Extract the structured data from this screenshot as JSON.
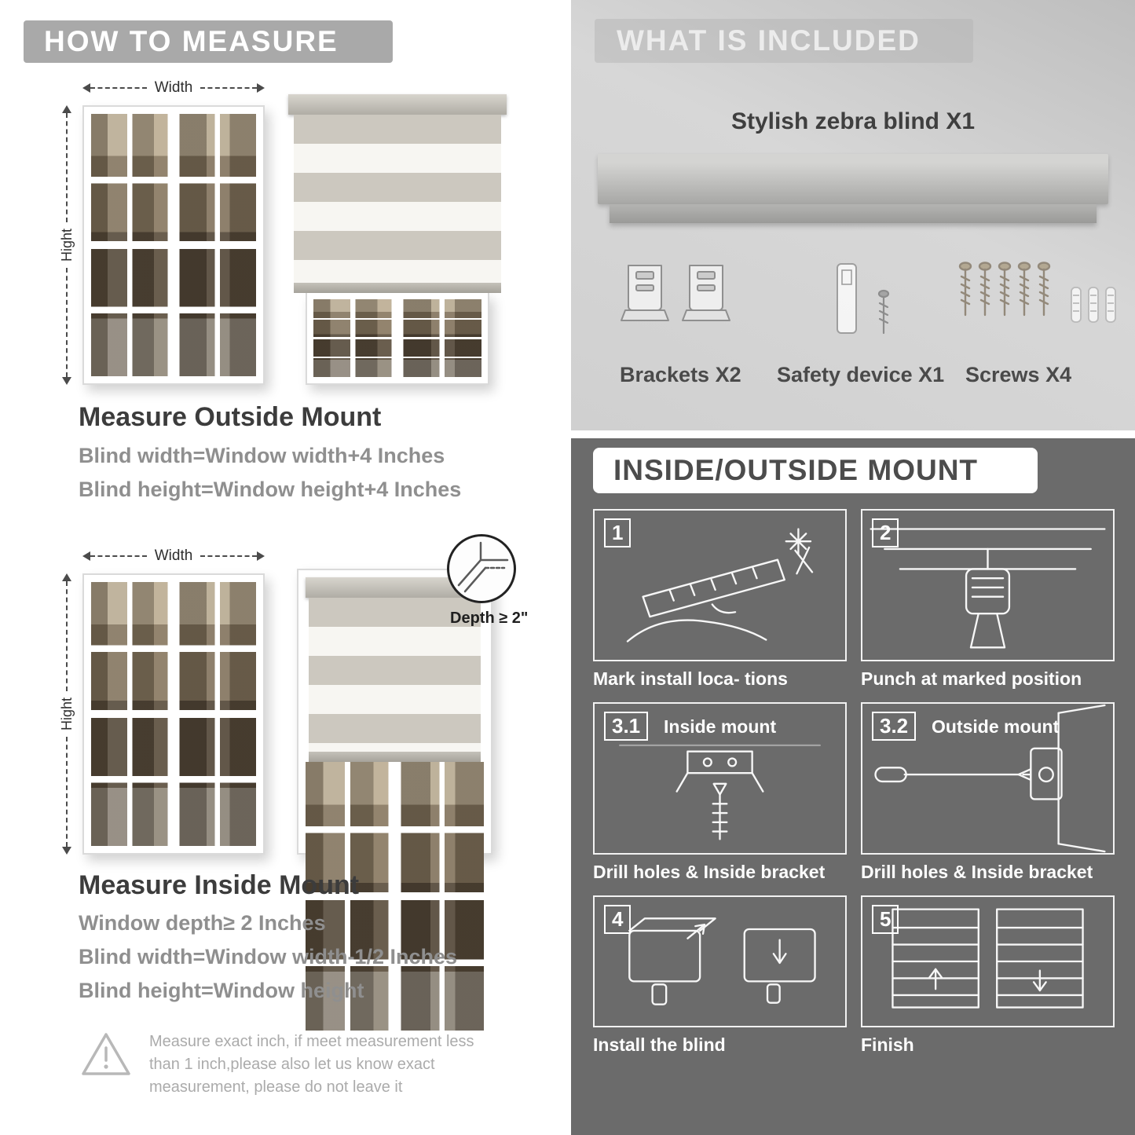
{
  "colors": {
    "left_banner_gray": "#a9a9a9",
    "included_background": "#d3d3d3",
    "mount_background": "#6b6b6b",
    "heading_dark": "#3c3c3c",
    "body_gray": "#8f8f8f"
  },
  "left": {
    "header": "HOW TO MEASURE",
    "outside": {
      "width_label": "Width",
      "height_label": "Hight",
      "title": "Measure Outside Mount",
      "line1": "Blind width=Window width+4 Inches",
      "line2": "Blind height=Window height+4 Inches"
    },
    "inside": {
      "width_label": "Width",
      "height_label": "Hight",
      "depth_label": "Depth ≥ 2\"",
      "title": "Measure Inside Mount",
      "line1": "Window depth≥ 2 Inches",
      "line2": "Blind width=Window width-1/2 Inches",
      "line3": "Blind height=Window height"
    },
    "warning": "Measure exact inch, if meet measurement less than 1 inch,please also let us know exact measurement, please do not leave it"
  },
  "included": {
    "header": "WHAT IS INCLUDED",
    "blind_label": "Stylish zebra blind X1",
    "items": [
      {
        "icon": "bracket-icon",
        "label": "Brackets X2"
      },
      {
        "icon": "safety-device-icon",
        "label": "Safety device X1"
      },
      {
        "icon": "screw-icon",
        "label": "Screws X4"
      }
    ]
  },
  "mount": {
    "header": "INSIDE/OUTSIDE MOUNT",
    "steps": [
      {
        "num": "1",
        "title": "",
        "caption": "Mark install loca- tions"
      },
      {
        "num": "2",
        "title": "",
        "caption": "Punch at  marked position"
      },
      {
        "num": "3.1",
        "title": "Inside mount",
        "caption": "Drill holes &  Inside bracket"
      },
      {
        "num": "3.2",
        "title": "Outside mount",
        "caption": "Drill holes &  Inside bracket"
      },
      {
        "num": "4",
        "title": "",
        "caption": "Install the blind"
      },
      {
        "num": "5",
        "title": "",
        "caption": "Finish"
      }
    ]
  }
}
